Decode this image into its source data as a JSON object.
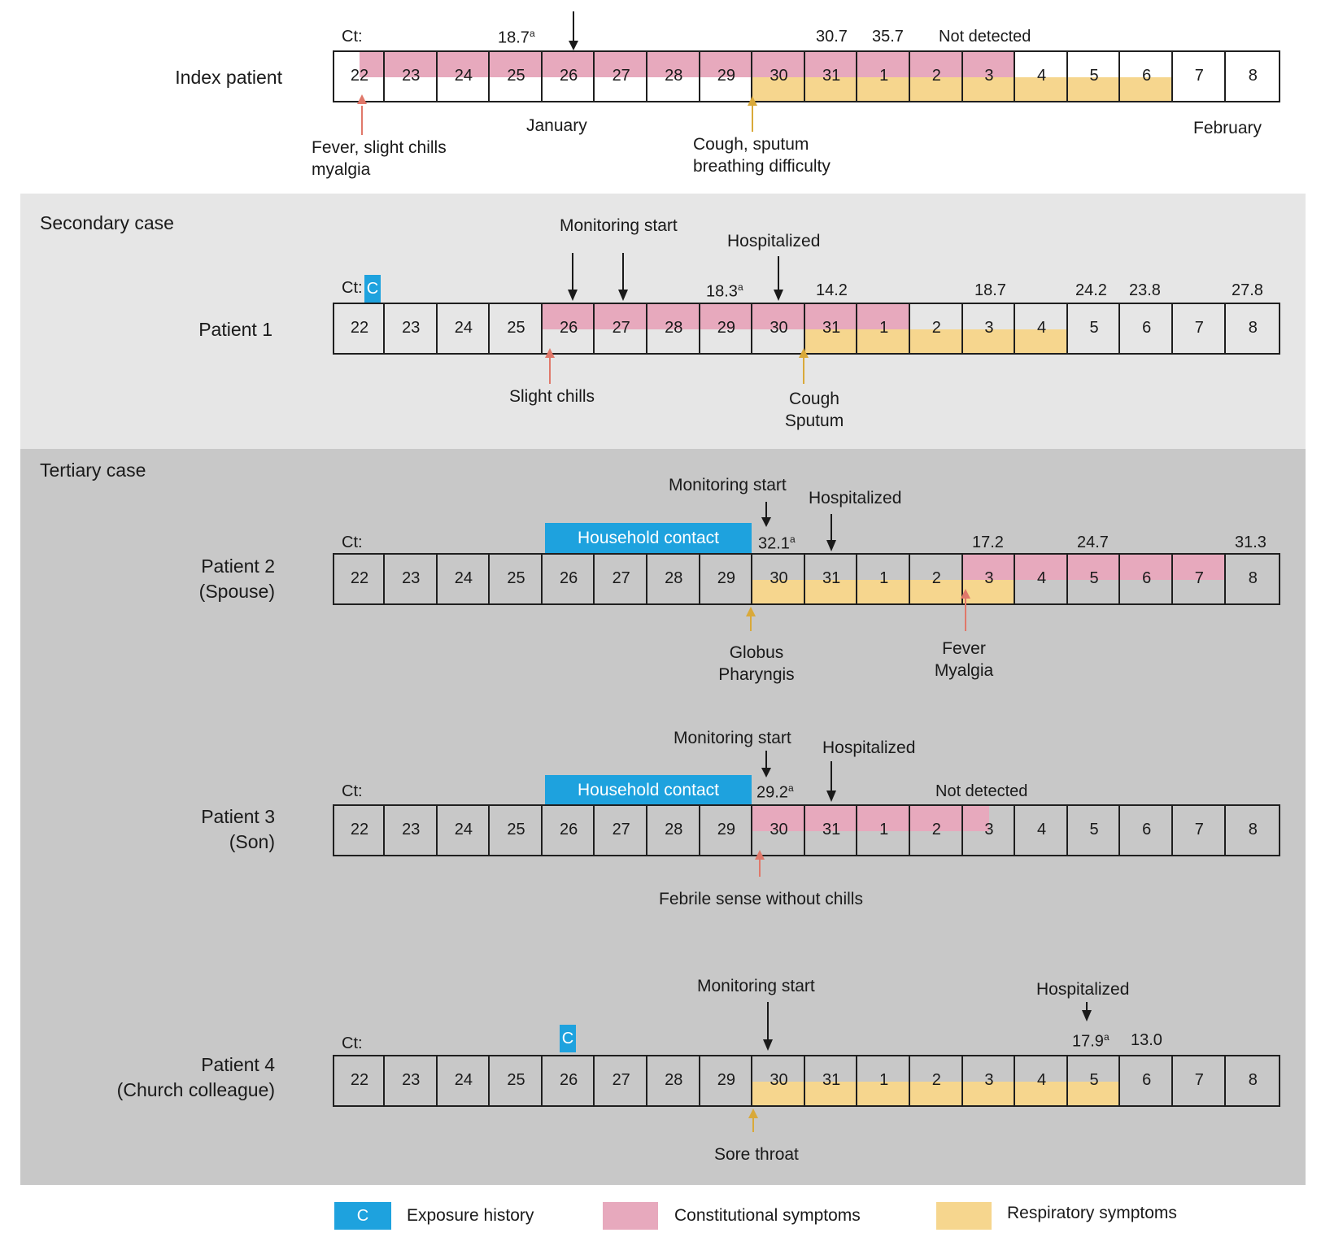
{
  "colors": {
    "exposure": "#1ea2de",
    "constitutional": "#e7a9bd",
    "respiratory": "#f6d68e",
    "band_secondary": "#e6e6e6",
    "band_tertiary": "#c8c8c8",
    "arrow_constitutional": "#e0786a",
    "arrow_respiratory": "#d9a93a",
    "arrow_black": "#1a1a1a"
  },
  "days": [
    "22",
    "23",
    "24",
    "25",
    "26",
    "27",
    "28",
    "29",
    "30",
    "31",
    "1",
    "2",
    "3",
    "4",
    "5",
    "6",
    "7",
    "8"
  ],
  "ct_prefix": "Ct:",
  "sections": {
    "secondary": "Secondary case",
    "tertiary": "Tertiary case"
  },
  "index_patient": {
    "label": "Index patient",
    "month_jan": "January",
    "month_feb": "February",
    "ct_values": {
      "v25": "18.7",
      "v31": "30.7",
      "v1": "35.7",
      "v3": "Not detected"
    },
    "annotations": {
      "fever_line1": "Fever, slight chills",
      "fever_line2": "myalgia",
      "cough_line1": "Cough, sputum",
      "cough_line2": "breathing difficulty"
    }
  },
  "patient1": {
    "label": "Patient 1",
    "exposure": "C",
    "ct_values": {
      "v29": "18.3",
      "v31": "14.2",
      "v3": "18.7",
      "v5": "24.2",
      "v6": "23.8",
      "v8": "27.8"
    },
    "annotations": {
      "monitoring": "Monitoring start",
      "hospitalized": "Hospitalized",
      "chills": "Slight chills",
      "cough_line1": "Cough",
      "cough_line2": "Sputum"
    }
  },
  "patient2": {
    "label_line1": "Patient 2",
    "label_line2": "(Spouse)",
    "contact": "Household contact",
    "ct_values": {
      "v30": "32.1",
      "v3": "17.2",
      "v5": "24.7",
      "v8": "31.3"
    },
    "annotations": {
      "monitoring": "Monitoring start",
      "hospitalized": "Hospitalized",
      "globus_line1": "Globus",
      "globus_line2": "Pharyngis",
      "fever_line1": "Fever",
      "fever_line2": "Myalgia"
    }
  },
  "patient3": {
    "label_line1": "Patient 3",
    "label_line2": "(Son)",
    "contact": "Household contact",
    "ct_values": {
      "v30": "29.2",
      "v3": "Not detected"
    },
    "annotations": {
      "monitoring": "Monitoring start",
      "hospitalized": "Hospitalized",
      "febrile": "Febrile sense without chills"
    }
  },
  "patient4": {
    "label_line1": "Patient 4",
    "label_line2": "(Church colleague)",
    "exposure": "C",
    "ct_values": {
      "v5": "17.9",
      "v6": "13.0"
    },
    "annotations": {
      "monitoring": "Monitoring start",
      "hospitalized": "Hospitalized",
      "sore_throat": "Sore throat"
    }
  },
  "superscript": "a",
  "legend": {
    "exposure_symbol": "C",
    "exposure": "Exposure history",
    "constitutional": "Constitutional symptoms",
    "respiratory": "Respiratory symptoms"
  }
}
